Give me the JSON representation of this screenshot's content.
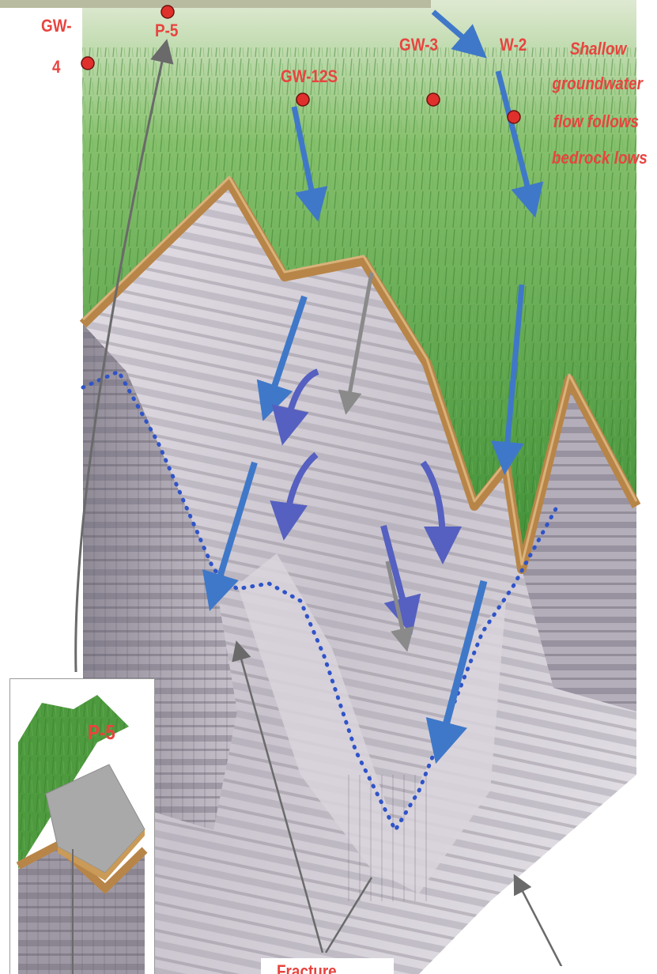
{
  "labels": {
    "gw4_line1": "GW-",
    "gw4_line2": "4",
    "p5": "P-5",
    "gw12s": "GW-12S",
    "gw3": "GW-3",
    "w2": "W-2",
    "note_line1": "Shallow",
    "note_line2": "groundwater",
    "note_line3": "flow follows",
    "note_line4": "bedrock lows",
    "inset_p5": "P-5",
    "fracture": "Fracture"
  },
  "colors": {
    "label_red": "#e8443f",
    "marker_red": "#e0302c",
    "flow_blue": "#3f78c8",
    "flow_purple": "#5560c0",
    "flow_gray": "#8a8a8a",
    "water_table_dots": "#2f54c8",
    "grass_green": "#4e9a3e",
    "soil_brown": "#b88548",
    "rock_gray": "#cfcbd4"
  },
  "icons": [
    "well-marker-icon",
    "flow-arrow-icon",
    "leader-arrow-icon"
  ]
}
